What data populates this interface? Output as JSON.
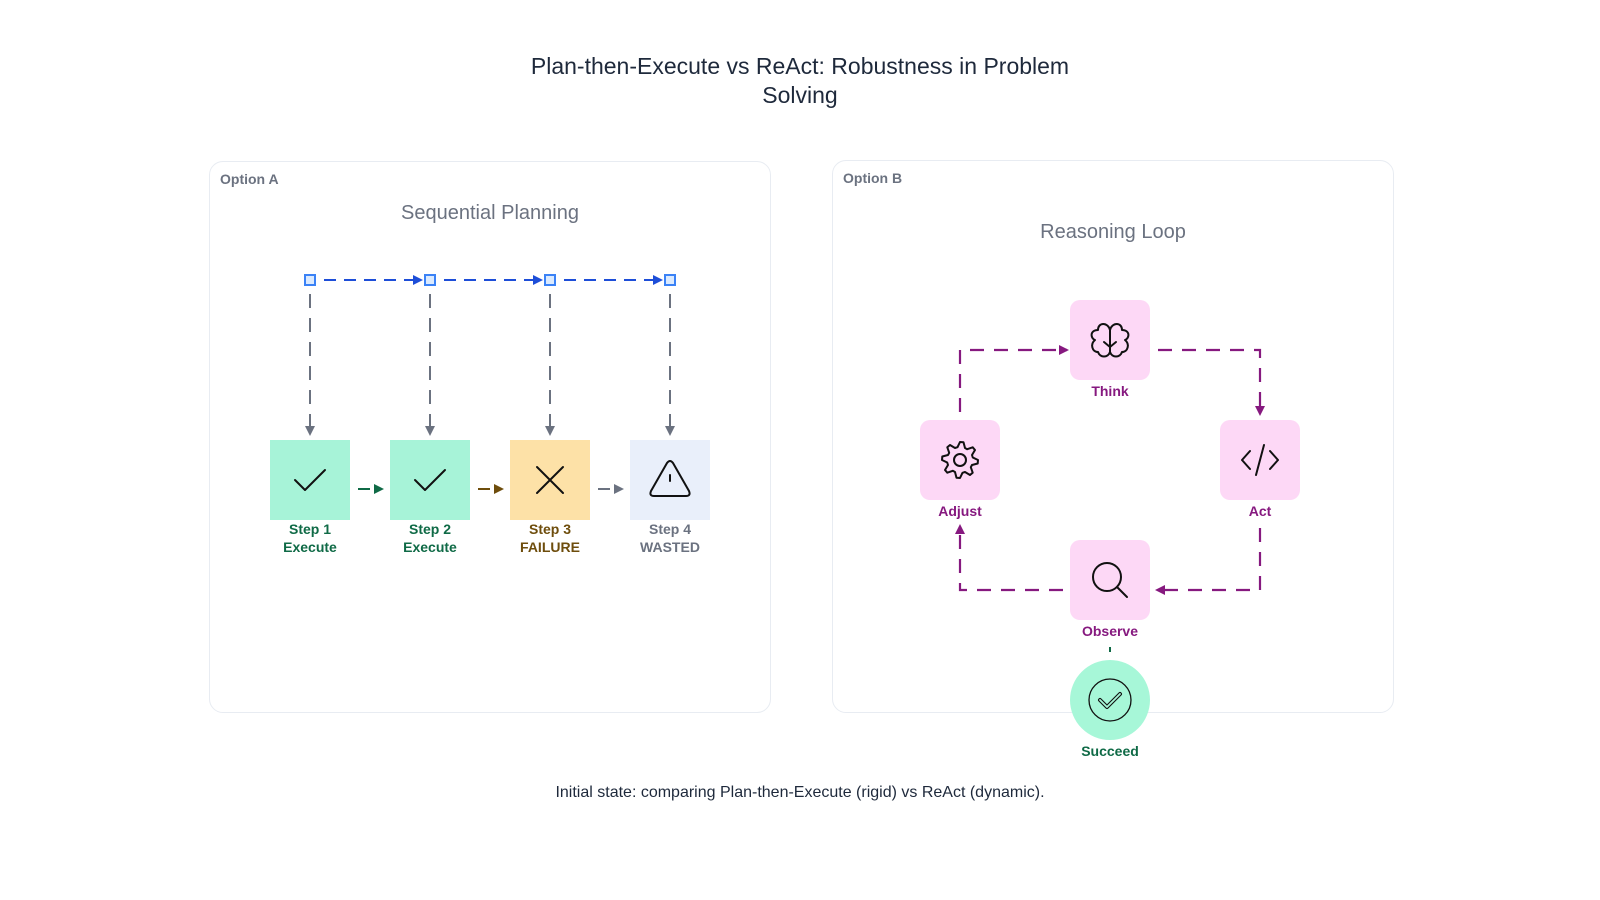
{
  "title": {
    "line1": "Plan-then-Execute vs ReAct: Robustness in Problem",
    "line2": "Solving"
  },
  "option_a": {
    "label": "Option A",
    "title": "Sequential Planning",
    "steps": [
      {
        "name": "Step 1",
        "status": "Execute",
        "icon": "check-icon",
        "fill": "#a7f3d8",
        "text_color": "#0f6a46"
      },
      {
        "name": "Step 2",
        "status": "Execute",
        "icon": "check-icon",
        "fill": "#a7f3d8",
        "text_color": "#0f6a46"
      },
      {
        "name": "Step 3",
        "status": "FAILURE",
        "icon": "x-icon",
        "fill": "#fde1a7",
        "text_color": "#6e4d0c"
      },
      {
        "name": "Step 4",
        "status": "WASTED",
        "icon": "warning-icon",
        "fill": "#e9effa",
        "text_color": "#6b7280"
      }
    ],
    "plan_color": "#1d4ed8",
    "drop_color": "#6b7280"
  },
  "option_b": {
    "label": "Option B",
    "title": "Reasoning Loop",
    "nodes": [
      {
        "key": "think",
        "label": "Think",
        "icon": "brain-icon"
      },
      {
        "key": "act",
        "label": "Act",
        "icon": "code-icon"
      },
      {
        "key": "observe",
        "label": "Observe",
        "icon": "search-icon"
      },
      {
        "key": "adjust",
        "label": "Adjust",
        "icon": "gear-icon"
      }
    ],
    "success": {
      "label": "Succeed",
      "icon": "check-circle-icon"
    },
    "node_fill": "#fdd8f6",
    "loop_color": "#86197f",
    "success_fill": "#a7f7d8",
    "success_text": "#0f6a46"
  },
  "caption": "Initial state: comparing Plan-then-Execute (rigid) vs ReAct (dynamic)."
}
